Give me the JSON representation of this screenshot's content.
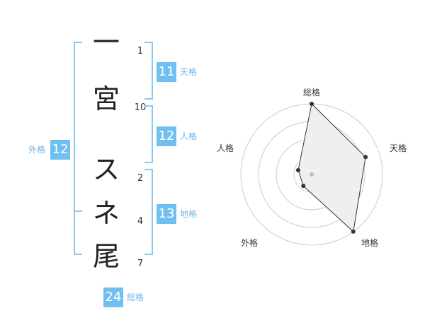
{
  "name": {
    "chars": [
      {
        "char": "一",
        "strokes": "1"
      },
      {
        "char": "宮",
        "strokes": "10"
      },
      {
        "char": "ス",
        "strokes": "2"
      },
      {
        "char": "ネ",
        "strokes": "4"
      },
      {
        "char": "尾",
        "strokes": "7"
      }
    ]
  },
  "kaku": {
    "tenkaku": {
      "value": "11",
      "label": "天格"
    },
    "jinkaku": {
      "value": "12",
      "label": "人格"
    },
    "chikaku": {
      "value": "13",
      "label": "地格"
    },
    "gaikaku": {
      "value": "12",
      "label": "外格"
    },
    "soukaku": {
      "value": "24",
      "label": "総格"
    }
  },
  "chart_data": {
    "type": "radar",
    "axes": [
      "総格",
      "天格",
      "地格",
      "外格",
      "人格"
    ],
    "values": [
      5,
      4,
      5,
      1,
      1
    ],
    "max": 5,
    "rings": 4,
    "colors": {
      "fill": "#efefef",
      "line": "#333333",
      "grid": "#cccccc",
      "center": "#bbbbbb"
    }
  }
}
